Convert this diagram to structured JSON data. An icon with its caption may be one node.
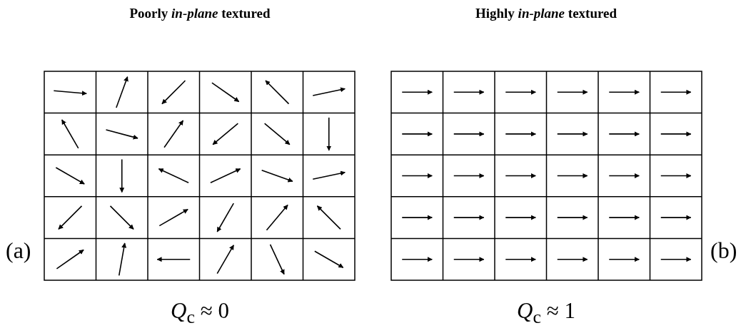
{
  "diagram": {
    "labels": [
      "Poorly *in-plane* textured",
      "Highly *in-plane* textured",
      "(a)",
      "(b)",
      "*Q*$_{c}$ ≈ 0",
      "*Q*$_{c}$ ≈ 1"
    ]
  }
}
